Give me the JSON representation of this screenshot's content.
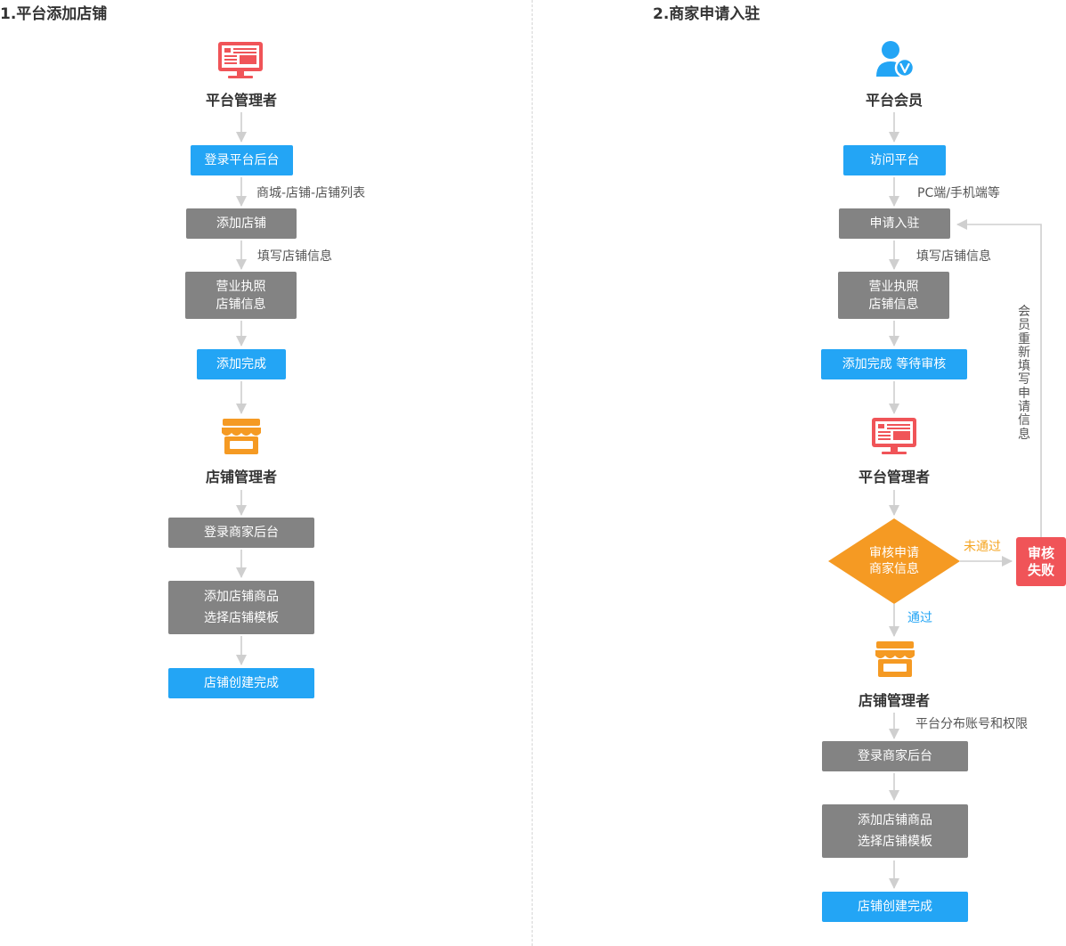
{
  "left": {
    "title": "1.平台添加店铺",
    "role_platform": "平台管理者",
    "step_login": "登录平台后台",
    "label_menu": "商城-店铺-店铺列表",
    "step_add_shop": "添加店铺",
    "label_fill": "填写店铺信息",
    "step_info_1": "营业执照",
    "step_info_2": "店铺信息",
    "step_done": "添加完成",
    "role_shop": "店铺管理者",
    "step_login_merchant": "登录商家后台",
    "step_goods_1": "添加店铺商品",
    "step_goods_2": "选择店铺模板",
    "step_created": "店铺创建完成"
  },
  "right": {
    "title": "2.商家申请入驻",
    "role_member": "平台会员",
    "step_visit": "访问平台",
    "label_client": "PC端/手机端等",
    "step_apply": "申请入驻",
    "label_fill": "填写店铺信息",
    "step_info_1": "营业执照",
    "step_info_2": "店铺信息",
    "step_wait": "添加完成 等待审核",
    "role_platform": "平台管理者",
    "decision_1": "审核申请",
    "decision_2": "商家信息",
    "label_fail": "未通过",
    "fail_1": "审核",
    "fail_2": "失败",
    "label_refill": "会员重新填写申请信息",
    "label_pass": "通过",
    "role_shop": "店铺管理者",
    "label_account": "平台分布账号和权限",
    "step_login_merchant": "登录商家后台",
    "step_goods_1": "添加店铺商品",
    "step_goods_2": "选择店铺模板",
    "step_created": "店铺创建完成"
  },
  "icons": {
    "platform": "monitor-icon",
    "shop": "storefront-icon",
    "member": "verified-user-icon"
  },
  "colors": {
    "blue": "#23a5f5",
    "gray": "#838383",
    "orange": "#f59a23",
    "red": "#f05458",
    "arrow": "#cfcfcf"
  }
}
